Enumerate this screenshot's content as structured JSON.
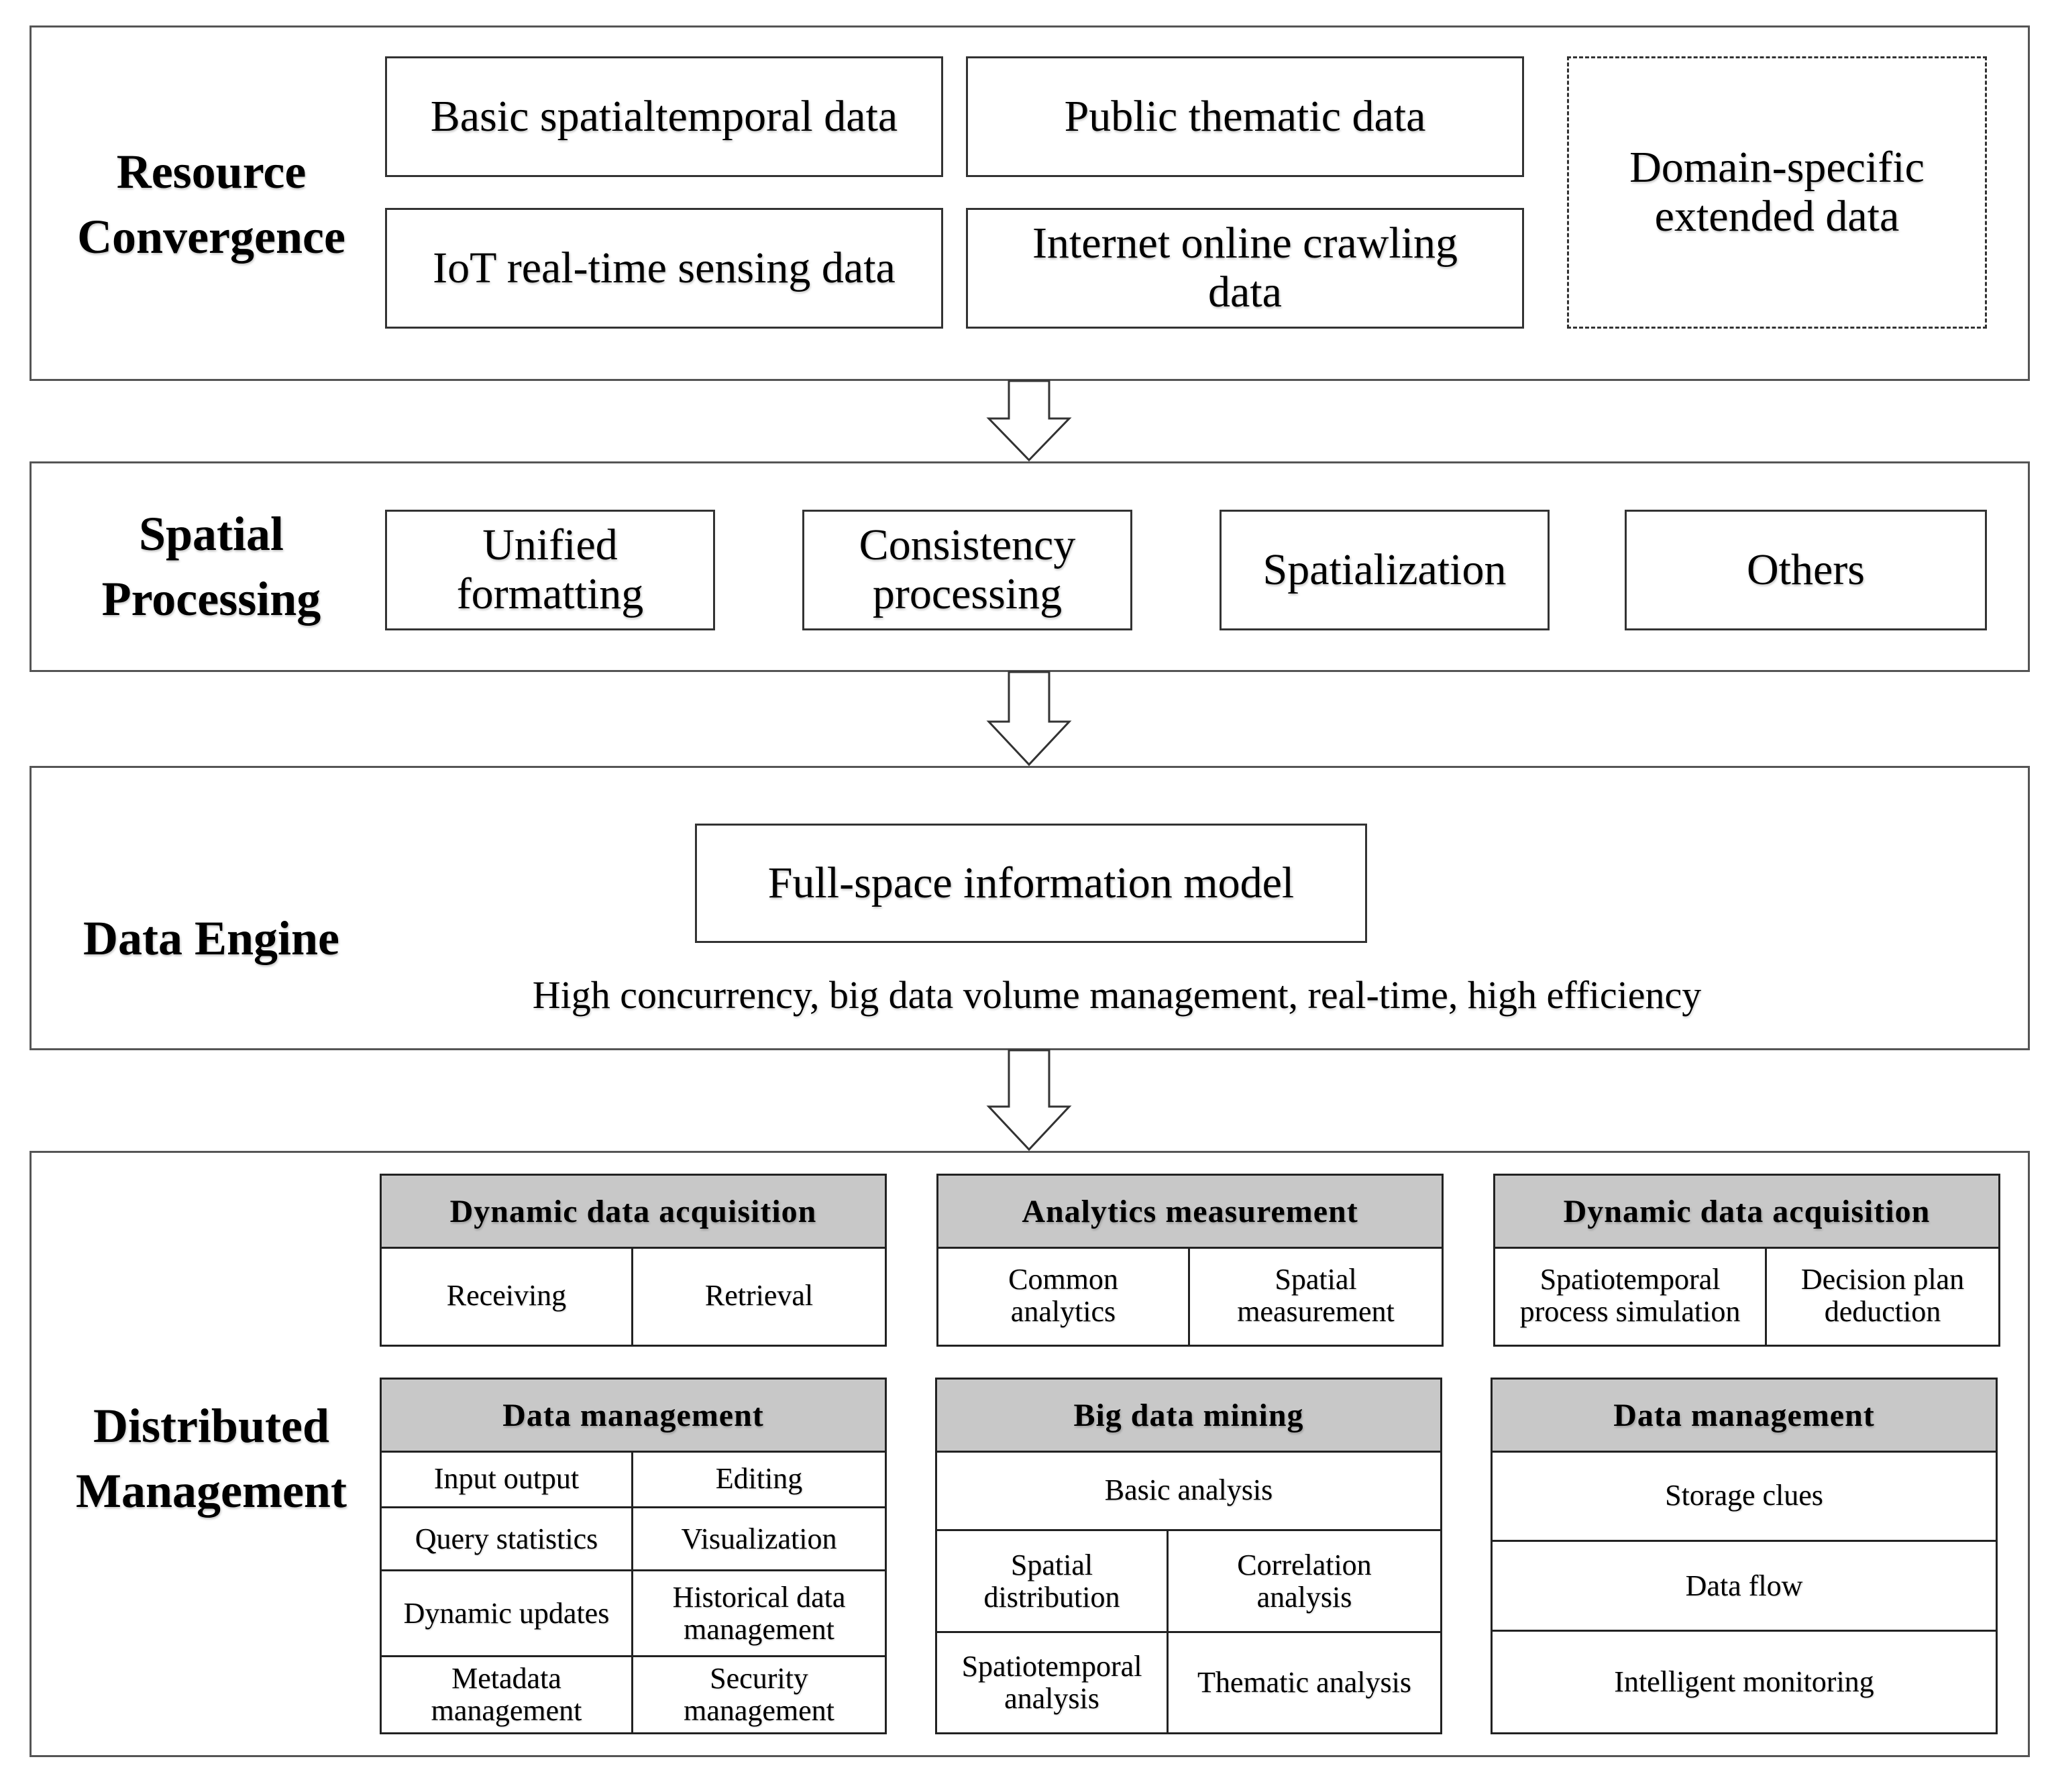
{
  "resource": {
    "title": "Resource\nConvergence",
    "items": [
      "Basic spatialtemporal data",
      "Public thematic data",
      "IoT real-time sensing data",
      "Internet online crawling data"
    ],
    "extended": "Domain-specific extended data"
  },
  "spatial": {
    "title": "Spatial\nProcessing",
    "items": [
      "Unified formatting",
      "Consistency processing",
      "Spatialization",
      "Others"
    ]
  },
  "engine": {
    "title": "Data Engine",
    "model": "Full-space information model",
    "note": "High concurrency, big data volume management, real-time, high efficiency"
  },
  "distributed": {
    "title": "Distributed\nManagement",
    "groups": [
      {
        "header": "Dynamic data acquisition",
        "cells": [
          "Receiving",
          "Retrieval"
        ]
      },
      {
        "header": "Analytics measurement",
        "cells": [
          "Common analytics",
          "Spatial measurement"
        ]
      },
      {
        "header": "Dynamic data acquisition",
        "cells": [
          "Spatiotemporal process simulation",
          "Decision plan deduction"
        ]
      },
      {
        "header": "Data management",
        "cells": [
          "Input output",
          "Editing",
          "Query statistics",
          "Visualization",
          "Dynamic updates",
          "Historical data management",
          "Metadata management",
          "Security management"
        ]
      },
      {
        "header": "Big data mining",
        "cells": [
          "Basic analysis",
          "Spatial distribution",
          "Correlation analysis",
          "Spatiotemporal analysis",
          "Thematic analysis"
        ]
      },
      {
        "header": "Data management",
        "cells": [
          "Storage clues",
          "Data flow",
          "Intelligent monitoring"
        ]
      }
    ]
  }
}
